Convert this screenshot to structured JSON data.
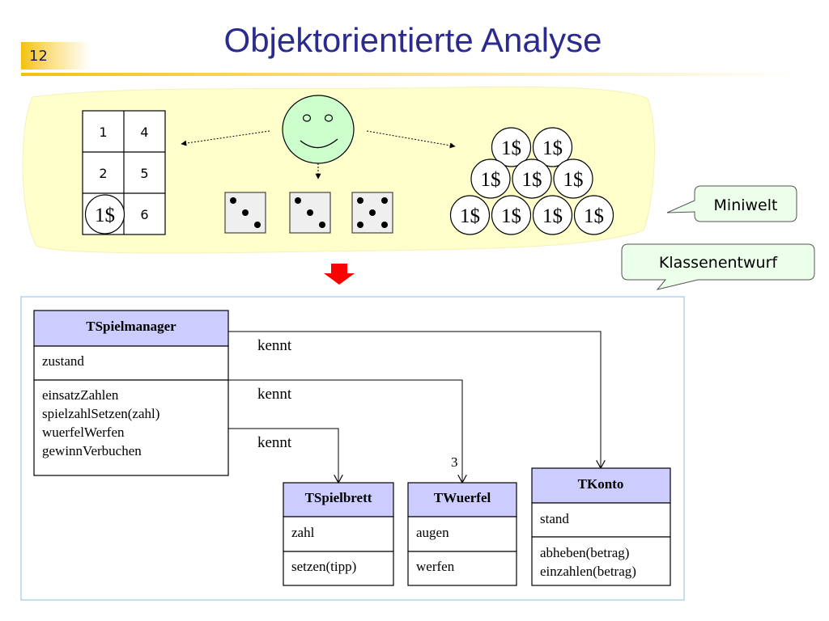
{
  "header": {
    "slide_number": "12",
    "title": "Objektorientierte Analyse"
  },
  "miniwelt": {
    "board_numbers": [
      "1",
      "4",
      "2",
      "5",
      "",
      "6"
    ],
    "board_coin": "1$",
    "coin_label": "1$",
    "coin_rows": [
      2,
      3,
      4
    ],
    "dice_faces": [
      3,
      3,
      5
    ],
    "callout_miniwelt": "Miniwelt",
    "callout_klassenentwurf": "Klassenentwurf",
    "colors": {
      "background": "#ffffcc",
      "face": "#ccffcc",
      "callout": "#ebffeb",
      "arrow": "#ff0000",
      "class_header": "#ccccff"
    }
  },
  "classes": {
    "spielmanager": {
      "name": "TSpielmanager",
      "attributes": [
        "zustand"
      ],
      "methods": [
        "einsatzZahlen",
        "spielzahlSetzen(zahl)",
        "wuerfelWerfen",
        "gewinnVerbuchen"
      ]
    },
    "spielbrett": {
      "name": "TSpielbrett",
      "attributes": [
        "zahl"
      ],
      "methods": [
        "setzen(tipp)"
      ]
    },
    "wuerfel": {
      "name": "TWuerfel",
      "attributes": [
        "augen"
      ],
      "methods": [
        "werfen"
      ]
    },
    "konto": {
      "name": "TKonto",
      "attributes": [
        "stand"
      ],
      "methods": [
        "abheben(betrag)",
        "einzahlen(betrag)"
      ]
    }
  },
  "associations": {
    "konto": "kennt",
    "wuerfel": "kennt",
    "spielbrett": "kennt",
    "wuerfel_multiplicity": "3"
  }
}
